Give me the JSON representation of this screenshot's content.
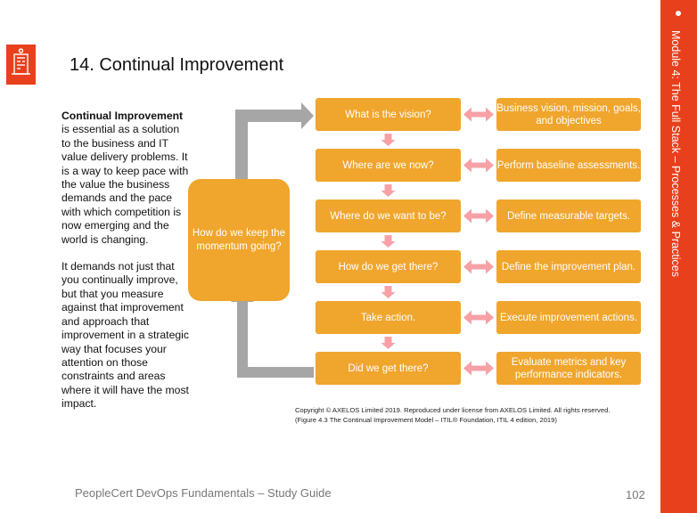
{
  "sidebar": {
    "text": "Module 4: The Full Stack – Processes & Practices"
  },
  "logo": {
    "icon": "building-icon"
  },
  "title": "14. Continual Improvement",
  "body": {
    "p1_bold": "Continual Improvement",
    "p1_rest": " is essential as a solution to the business and IT value delivery problems. It is a way to keep pace with the value the business demands and the pace with which competition is now emerging and the world is changing.",
    "p2": "It demands not just that you continually improve, but that you measure against that improvement and approach that improvement in a strategic way that focuses your attention on those constraints and areas where it will have the most impact."
  },
  "diagram": {
    "center": "How do we keep the momentum going?",
    "steps": [
      {
        "question": "What is the vision?",
        "answer": "Business vision, mission, goals, and objectives"
      },
      {
        "question": "Where are we now?",
        "answer": "Perform baseline assessments."
      },
      {
        "question": "Where do we want to be?",
        "answer": "Define measurable targets."
      },
      {
        "question": "How do we get there?",
        "answer": "Define the improvement plan."
      },
      {
        "question": "Take action.",
        "answer": "Execute improvement actions."
      },
      {
        "question": "Did we get there?",
        "answer": "Evaluate metrics and key performance indicators."
      }
    ],
    "colors": {
      "box": "#f0a52d",
      "pink": "#f7a1a7",
      "gray": "#a6a6a6",
      "accent": "#e8401c"
    }
  },
  "copyright": {
    "line1": "Copyright © AXELOS Limited 2019. Reproduced under license from AXELOS Limited. All rights reserved.",
    "line2": "(Figure 4.3 The Continual Improvement Model – ITIL® Foundation, ITIL 4 edition, 2019)"
  },
  "footer": "PeopleCert DevOps Fundamentals – Study Guide",
  "page_number": "102"
}
